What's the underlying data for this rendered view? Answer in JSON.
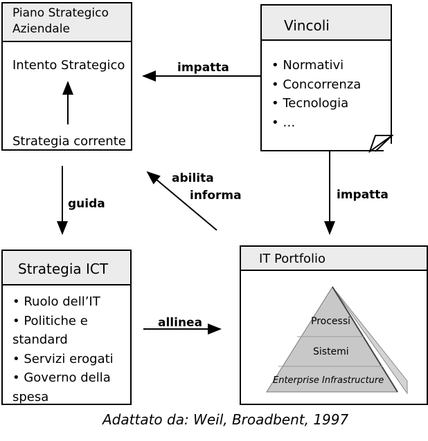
{
  "piano": {
    "title": "Piano Strategico Aziendale",
    "top": "Intento Strategico",
    "bottom": "Strategia corrente"
  },
  "vincoli": {
    "title": "Vincoli",
    "items": [
      "Normativi",
      "Concorrenza",
      "Tecnologia",
      "…"
    ]
  },
  "ict": {
    "title": "Strategia ICT",
    "items": [
      "Ruolo dell’IT",
      "Politiche e standard",
      "Servizi erogati",
      "Governo della spesa"
    ]
  },
  "portfolio": {
    "title": "IT Portfolio",
    "layers": [
      "Processi",
      "Sistemi",
      "Enterprise Infrastructure"
    ]
  },
  "arrows": {
    "impatta_h": "impatta",
    "impatta_v": "impatta",
    "guida": "guida",
    "abilita": "abilita",
    "informa": "informa",
    "allinea": "allinea"
  },
  "caption": "Adattato da: Weil, Broadbent, 1997"
}
